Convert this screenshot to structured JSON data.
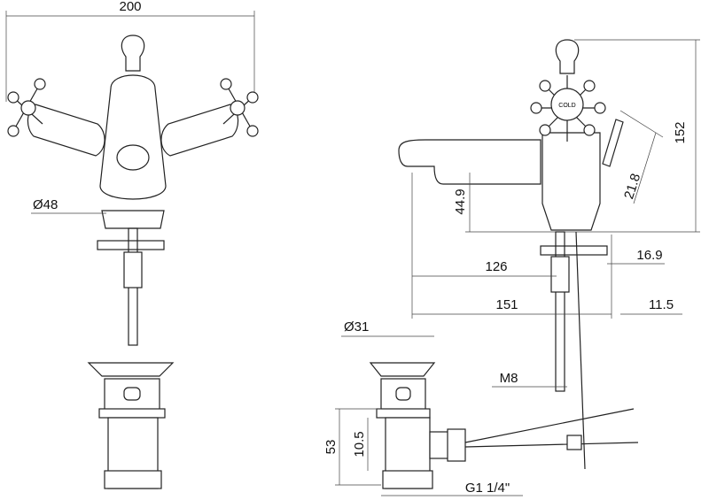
{
  "title": "Basin mixer technical drawing",
  "front_view": {
    "width_dim": "200",
    "base_dia": "Ø48"
  },
  "side_view": {
    "height_dim": "152",
    "spout_height": "44.9",
    "lever_dim": "21.8",
    "spout_reach": "126",
    "lever_offset": "16.9",
    "overall_reach": "151",
    "rod_offset": "11.5",
    "stud_thread": "M8",
    "handle_logo": "COLD"
  },
  "waste": {
    "flange_dia": "Ø31",
    "height": "53",
    "thread_dim": "10.5",
    "thread": "G1 1/4\""
  }
}
